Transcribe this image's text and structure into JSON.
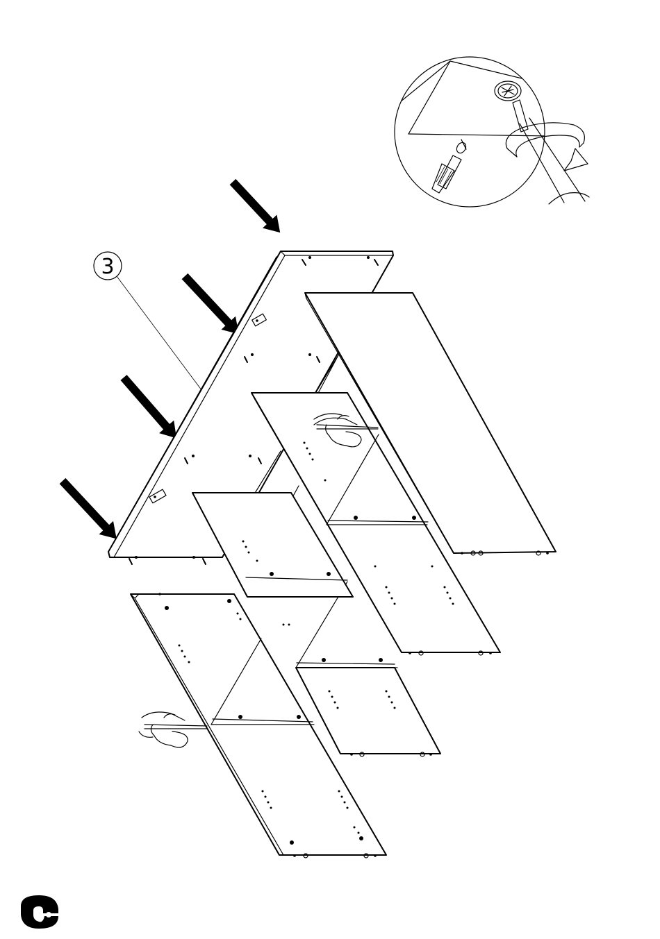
{
  "diagram": {
    "part_callout": "3",
    "detail_inset": {
      "tool_icon": "screwdriver-icon",
      "rotation_icon": "clockwise-rotation-icon",
      "screw_icon": "phillips-screw-icon"
    },
    "push_arrows_count": 4,
    "hands_count": 2,
    "brand_logo_icon": "brand-logo-icon"
  }
}
